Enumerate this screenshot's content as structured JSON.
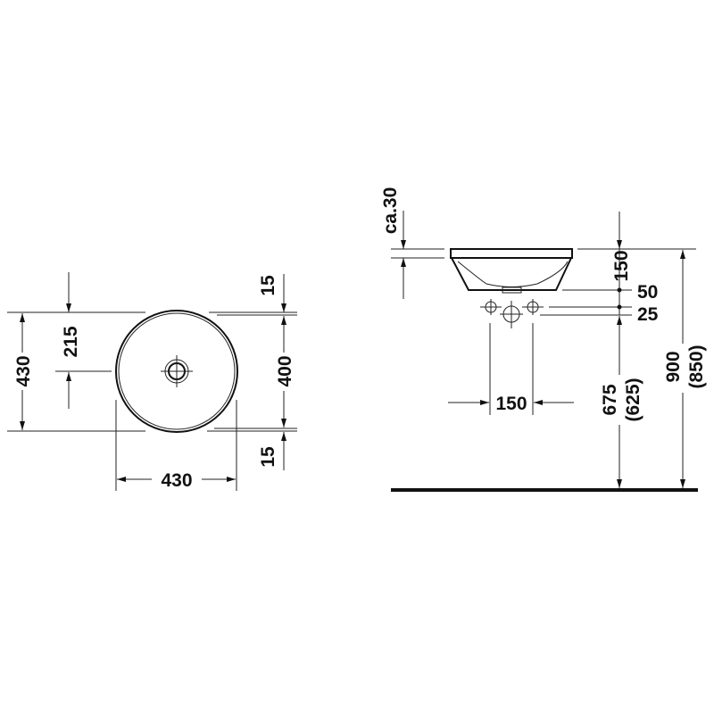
{
  "top_view": {
    "overall_height": "430",
    "drain_offset": "215",
    "rim_top": "15",
    "inner_diameter": "400",
    "rim_bottom": "15",
    "overall_width": "430"
  },
  "side_view": {
    "rim_thickness": "ca.30",
    "basin_height": "150",
    "drain_to_holes": "50",
    "hole_offset": "25",
    "hole_spacing": "150",
    "outlet_height": "675",
    "outlet_height_alt": "(625)",
    "rim_height": "900",
    "rim_height_alt": "(850)"
  },
  "colors": {
    "line": "#222222",
    "floor": "#111111"
  }
}
